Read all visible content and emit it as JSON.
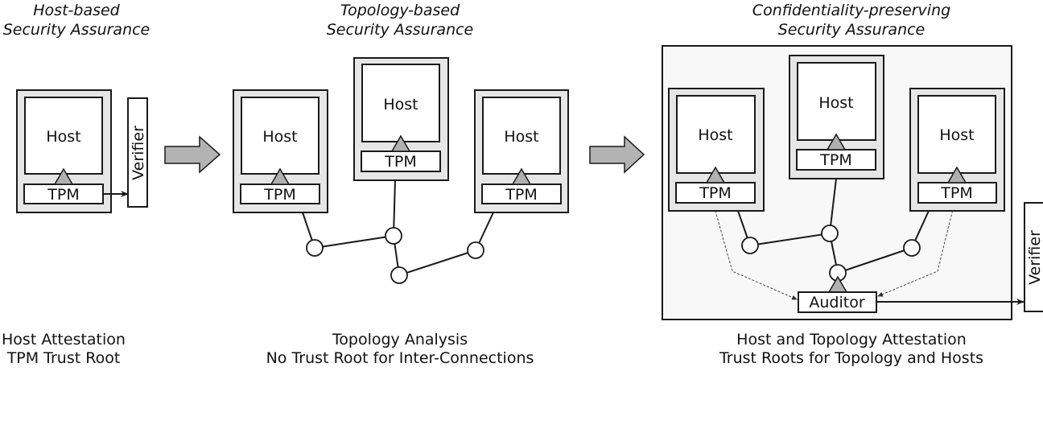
{
  "panels": [
    {
      "title_lines": [
        "Host-based",
        "Security Assurance"
      ],
      "caption_lines": [
        "Host Attestation",
        "TPM Trust Root"
      ],
      "hosts": [
        {
          "host_label": "Host",
          "tpm_label": "TPM"
        }
      ],
      "verifier_label": "Verifier"
    },
    {
      "title_lines": [
        "Topology-based",
        "Security Assurance"
      ],
      "caption_lines": [
        "Topology Analysis",
        "No Trust Root for Inter-Connections"
      ],
      "hosts": [
        {
          "host_label": "Host",
          "tpm_label": "TPM"
        },
        {
          "host_label": "Host",
          "tpm_label": "TPM"
        },
        {
          "host_label": "Host",
          "tpm_label": "TPM"
        }
      ],
      "network_nodes": 4
    },
    {
      "title_lines": [
        "Confidentiality-preserving",
        "Security Assurance"
      ],
      "caption_lines": [
        "Host and Topology Attestation",
        "Trust Roots for Topology and Hosts"
      ],
      "hosts": [
        {
          "host_label": "Host",
          "tpm_label": "TPM"
        },
        {
          "host_label": "Host",
          "tpm_label": "TPM"
        },
        {
          "host_label": "Host",
          "tpm_label": "TPM"
        }
      ],
      "network_nodes": 4,
      "auditor_label": "Auditor",
      "verifier_label": "Verifier"
    }
  ],
  "colors": {
    "box_fill": "#e6e6e6",
    "trust_triangle": "#b0b0b0",
    "transition_arrow": "#b3b3b3",
    "enclave_fill": "#f8f8f8"
  }
}
